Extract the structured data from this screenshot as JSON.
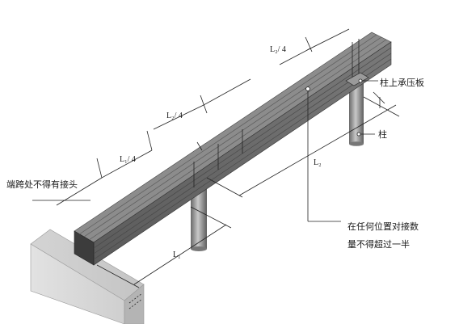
{
  "labels": {
    "end_span_no_joint": "端跨处不得有接头",
    "bearing_plate": "柱上承压板",
    "column": "柱",
    "joints_note_line1": "在任何位置对接数",
    "joints_note_line2": "量不得超过一半"
  },
  "dimensions": {
    "quarter_left": "L₁/ 4",
    "quarter_mid": "L₂/ 4",
    "quarter_right": "L₂/ 4",
    "span1": "L₁",
    "span2": "L₂"
  }
}
